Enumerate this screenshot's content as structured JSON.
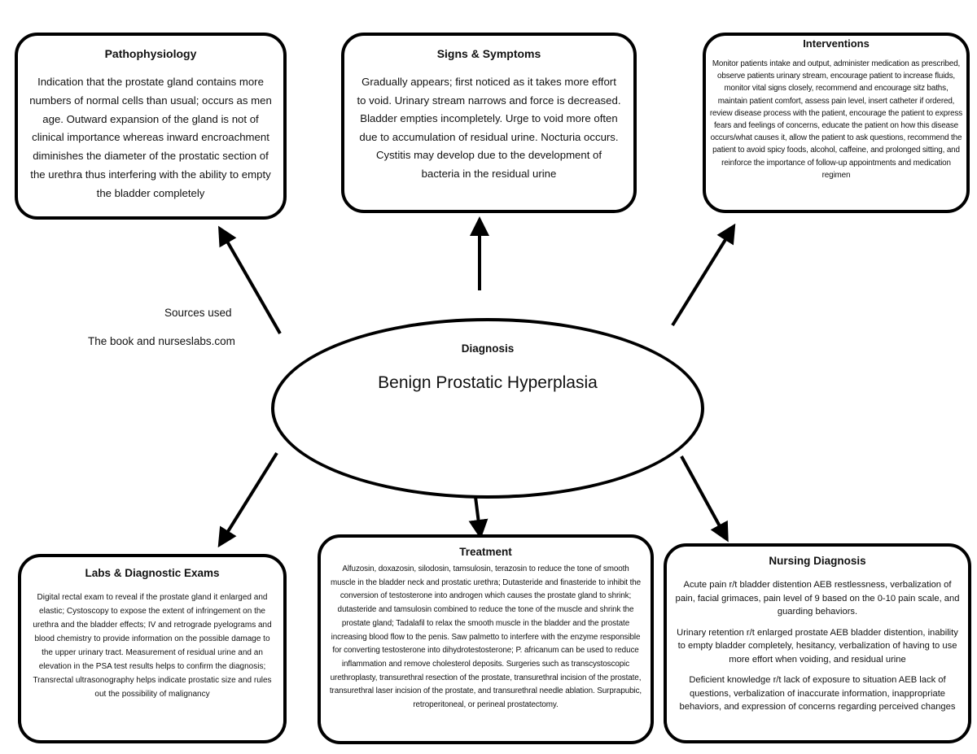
{
  "pathophysiology": {
    "title": "Pathophysiology",
    "body": "Indication that the prostate gland contains more numbers of normal cells than usual; occurs as men age. Outward expansion of the gland is not of clinical importance whereas inward encroachment diminishes the diameter of the prostatic section of the urethra thus interfering with the ability to empty the bladder completely"
  },
  "signs_symptoms": {
    "title": "Signs & Symptoms",
    "body": "Gradually appears; first noticed as it takes more effort to void. Urinary stream narrows and force is decreased. Bladder empties incompletely. Urge to void more often due to accumulation of residual urine. Nocturia occurs. Cystitis may develop due to the development of bacteria in the residual urine"
  },
  "interventions": {
    "title": "Interventions",
    "body": "Monitor patients intake and output, administer medication as prescribed, observe patients urinary stream, encourage patient to increase fluids, monitor vital signs closely, recommend and encourage sitz baths, maintain patient comfort, assess pain level, insert catheter if ordered, review disease process with the patient, encourage the patient to express fears and feelings of concerns, educate the patient on how this disease occurs/what causes it, allow the patient to ask questions, recommend the patient to avoid spicy foods, alcohol, caffeine, and prolonged sitting, and reinforce the importance of follow-up appointments and medication regimen"
  },
  "sources": {
    "label": "Sources used",
    "text": "The book and nurseslabs.com"
  },
  "diagnosis": {
    "label": "Diagnosis",
    "title": "Benign Prostatic Hyperplasia"
  },
  "labs": {
    "title": "Labs & Diagnostic Exams",
    "body": "Digital rectal exam to reveal if the prostate gland it enlarged and elastic; Cystoscopy to expose the extent of infringement on the urethra and the bladder effects; IV and retrograde pyelograms and blood chemistry to provide information on the possible damage to the upper urinary tract. Measurement of residual urine and an elevation in the PSA test results helps to confirm the diagnosis; Transrectal ultrasonography helps indicate prostatic size and rules out the possibility of malignancy"
  },
  "treatment": {
    "title": "Treatment",
    "body": "Alfuzosin, doxazosin, silodosin, tamsulosin, terazosin to reduce the tone of smooth muscle in the bladder neck and prostatic urethra; Dutasteride and finasteride to inhibit the conversion of testosterone into androgen which causes the prostate gland to shrink; dutasteride and tamsulosin combined to reduce the tone of the muscle and shrink the prostate gland; Tadalafil to relax the smooth muscle in the bladder and the prostate increasing blood flow to the penis. Saw palmetto to interfere with the enzyme responsible for converting testosterone into dihydrotestosterone; P. africanum can be used to reduce inflammation and remove cholesterol deposits. Surgeries such as transcystoscopic urethroplasty, transurethral resection of the prostate, transurethral incision of the prostate, transurethral laser incision of the prostate, and transurethral needle ablation. Surprapubic, retroperitoneal, or perineal prostatectomy."
  },
  "nursing_diagnosis": {
    "title": "Nursing Diagnosis",
    "items": [
      "Acute pain r/t bladder distention AEB restlessness, verbalization of pain, facial grimaces, pain level of 9 based on the 0-10 pain scale, and guarding behaviors.",
      "Urinary retention r/t enlarged prostate AEB bladder distention, inability to empty bladder completely, hesitancy, verbalization of having to use more effort when voiding, and residual urine",
      "Deficient knowledge r/t lack of exposure to situation AEB lack of questions, verbalization of inaccurate information, inappropriate behaviors, and expression of concerns regarding perceived changes"
    ]
  }
}
